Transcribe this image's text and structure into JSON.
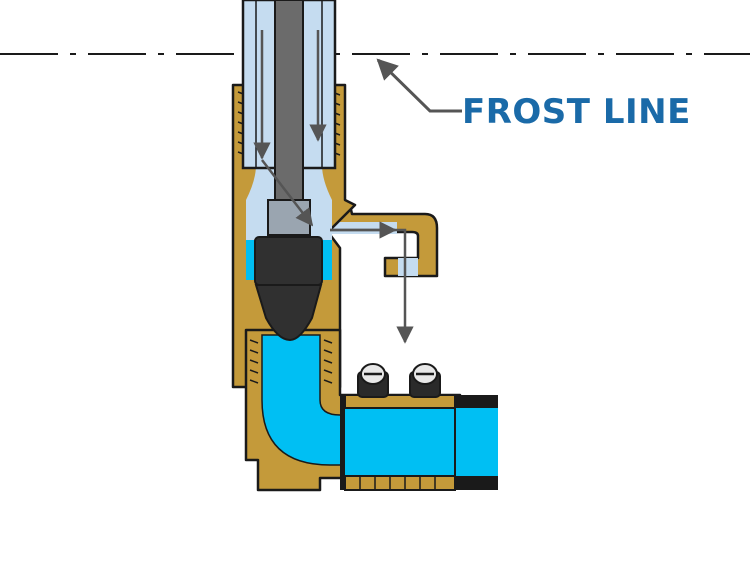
{
  "labels": {
    "frost_line": "FROST LINE"
  },
  "colors": {
    "label": "#1a6aa8",
    "brass": "#c49a3a",
    "water": "#00bff3",
    "air": "#c5dcf0",
    "rod": "#6b6b6b",
    "plunger": "#303030",
    "outline": "#1a1a1a",
    "arrow": "#555555"
  },
  "icons": [
    "frost-line-arrow",
    "flow-arrow",
    "hose-clamp-screw"
  ]
}
